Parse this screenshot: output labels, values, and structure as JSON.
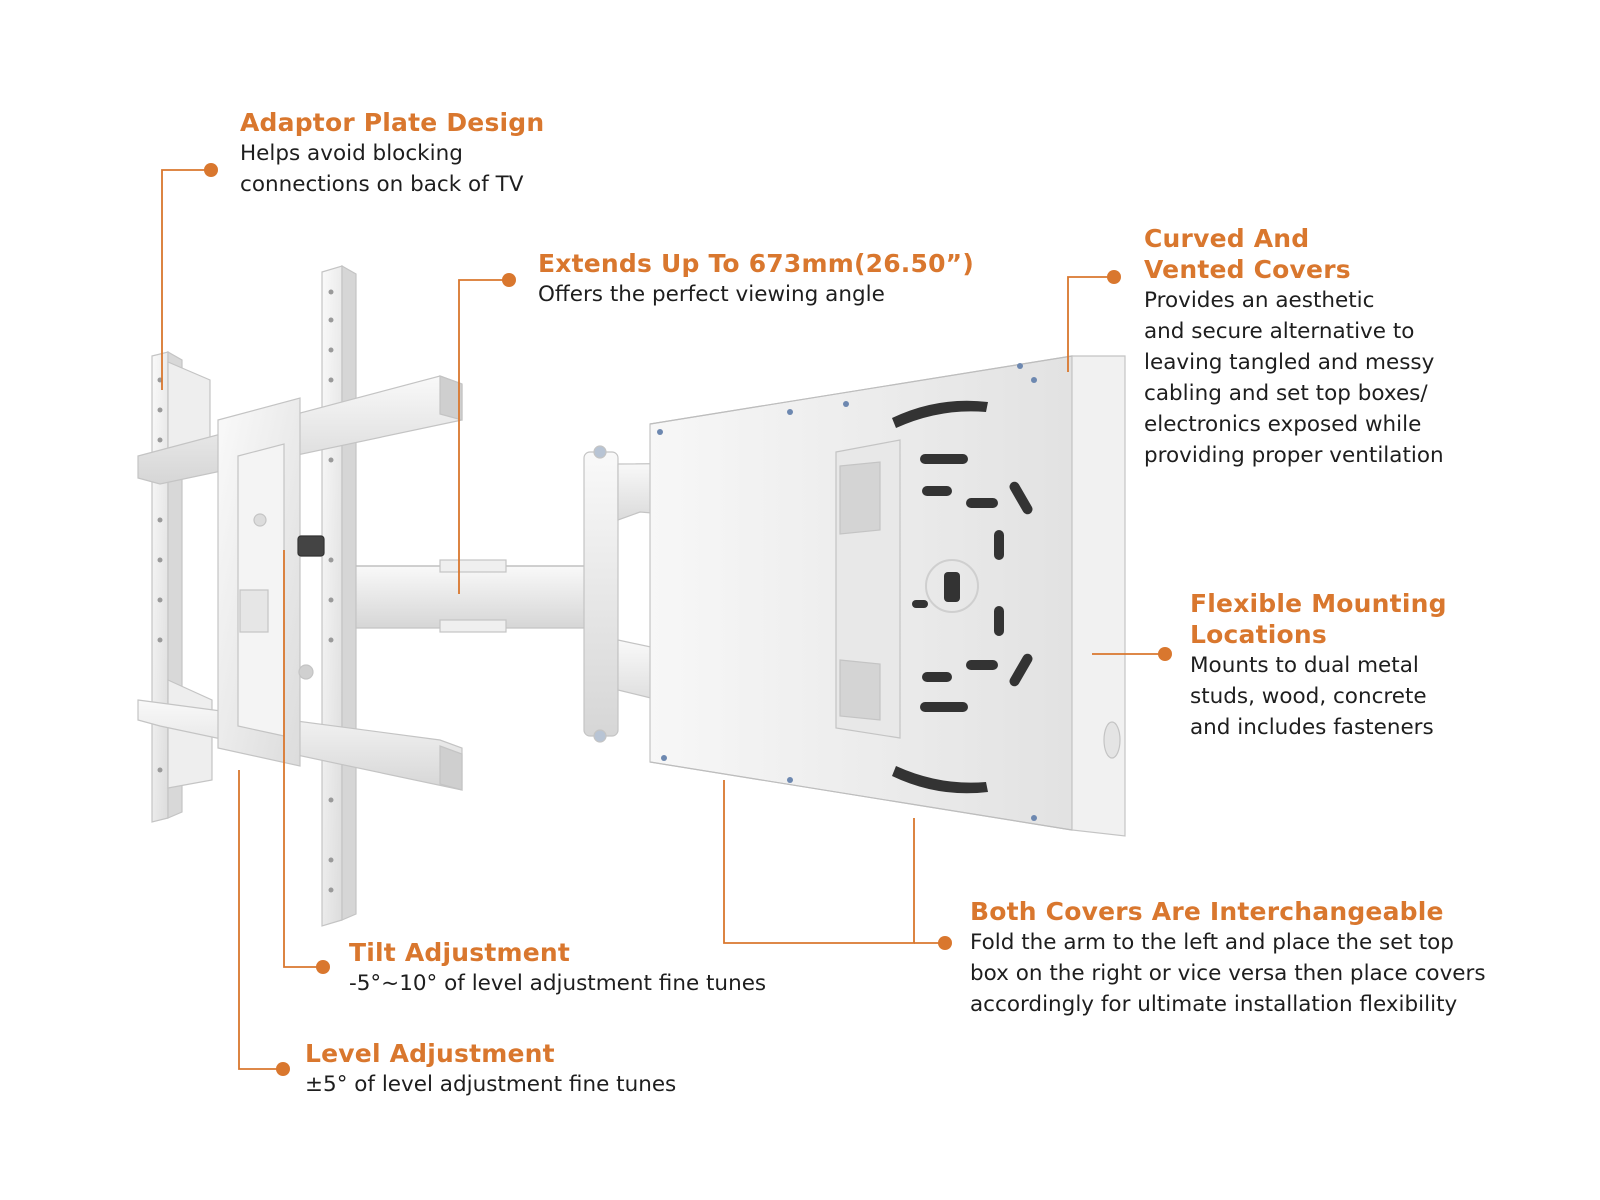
{
  "colors": {
    "accent": "#d9772e",
    "text": "#1e1e1e",
    "product": "#f3f3f3"
  },
  "callouts": {
    "adaptor": {
      "title": "Adaptor Plate Design",
      "lines": [
        "Helps avoid blocking",
        "connections on back of TV"
      ]
    },
    "extends": {
      "title": "Extends Up To 673mm(26.50”)",
      "lines": [
        "Offers the perfect viewing angle"
      ]
    },
    "curved": {
      "title_lines": [
        "Curved And",
        "Vented Covers"
      ],
      "lines": [
        "Provides an aesthetic",
        "and secure alternative to",
        "leaving tangled and messy",
        "cabling and set top boxes/",
        "electronics exposed while",
        "providing proper ventilation"
      ]
    },
    "flexible": {
      "title_lines": [
        "Flexible Mounting",
        "Locations"
      ],
      "lines": [
        "Mounts to dual metal",
        "studs, wood, concrete",
        "and includes fasteners"
      ]
    },
    "both": {
      "title": "Both Covers Are Interchangeable",
      "lines": [
        "Fold the arm to the left and place the set top",
        "box on the right or vice versa then place covers",
        "accordingly for ultimate installation flexibility"
      ]
    },
    "tilt": {
      "title": "Tilt Adjustment",
      "lines": [
        "-5°~10° of level adjustment fine tunes"
      ]
    },
    "level": {
      "title": "Level Adjustment",
      "lines": [
        "±5° of level adjustment fine tunes"
      ]
    }
  }
}
